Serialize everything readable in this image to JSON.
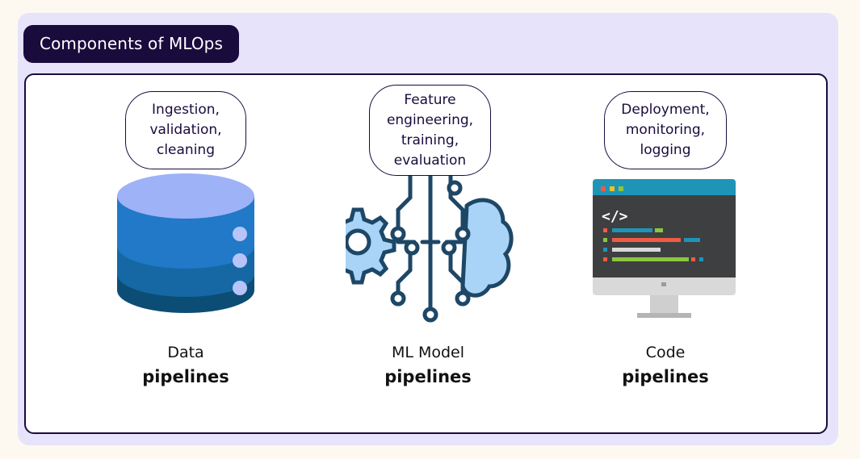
{
  "title": "Components of MLOps",
  "components": [
    {
      "name": "data",
      "bubble_text": "Ingestion,\nvalidation,\ncleaning",
      "label_top": "Data",
      "label_bottom": "pipelines",
      "icon": "database-icon"
    },
    {
      "name": "ml-model",
      "bubble_text": "Feature\nengineering,\ntraining,\nevaluation",
      "label_top": "ML Model",
      "label_bottom": "pipelines",
      "icon": "gear-brain-circuit-icon"
    },
    {
      "name": "code",
      "bubble_text": "Deployment,\nmonitoring,\nlogging",
      "label_top": "Code",
      "label_bottom": "pipelines",
      "icon": "computer-code-icon"
    }
  ],
  "colors": {
    "page_background": "#fdf9f1",
    "outer_panel": "#e6e3fb",
    "title_pill": "#1a0b3d",
    "border": "#1a0b3d",
    "db_light": "#9eb2f7",
    "db_mid": "#2179c7",
    "db_dark": "#0c4d75",
    "model_stroke": "#1e4766",
    "model_fill": "#a9d4f7",
    "screen_dark": "#3e3f41",
    "screen_bar": "#1e95b7"
  }
}
